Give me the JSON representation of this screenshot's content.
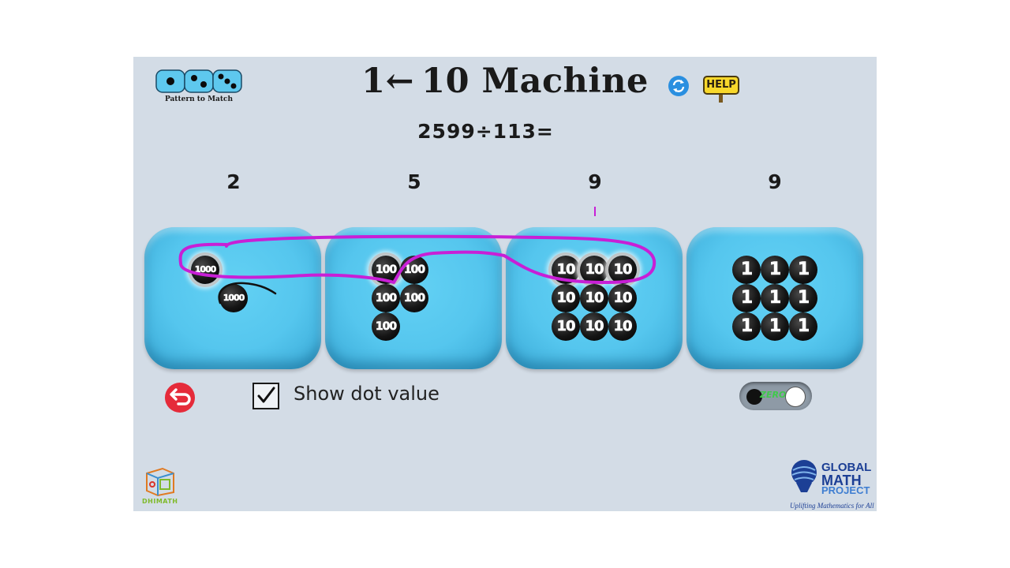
{
  "app": {
    "title": "1← 10 Machine",
    "problem": "2599÷113=",
    "pattern_logo_caption": "Pattern to Match",
    "help_label": "HELP",
    "show_dot_value_label": "Show dot value",
    "show_dot_value_checked": true,
    "zero_toggle_label": "ZERO",
    "dm_logo_label": "DHIMATH",
    "gmp": {
      "line1": "GLOBAL",
      "line2": "MATH",
      "line3": "PROJECT",
      "tagline": "Uplifting Mathematics for All"
    }
  },
  "columns": [
    {
      "digit": "2",
      "dot_value": "1000",
      "dot_count": 2
    },
    {
      "digit": "5",
      "dot_value": "100",
      "dot_count": 5
    },
    {
      "digit": "9",
      "dot_value": "10",
      "dot_count": 9
    },
    {
      "digit": "9",
      "dot_value": "1",
      "dot_count": 9
    }
  ],
  "colors": {
    "background": "#d3dce6",
    "box": "#55c6ee",
    "dot": "#111111",
    "annotation": "#c81fd6",
    "back_button": "#e52b3a",
    "help_sign": "#f8d82b"
  },
  "icons": {
    "back": "undo-arrow-icon",
    "refresh": "refresh-icon",
    "help": "help-sign-icon",
    "checkbox": "checkmark-icon"
  }
}
